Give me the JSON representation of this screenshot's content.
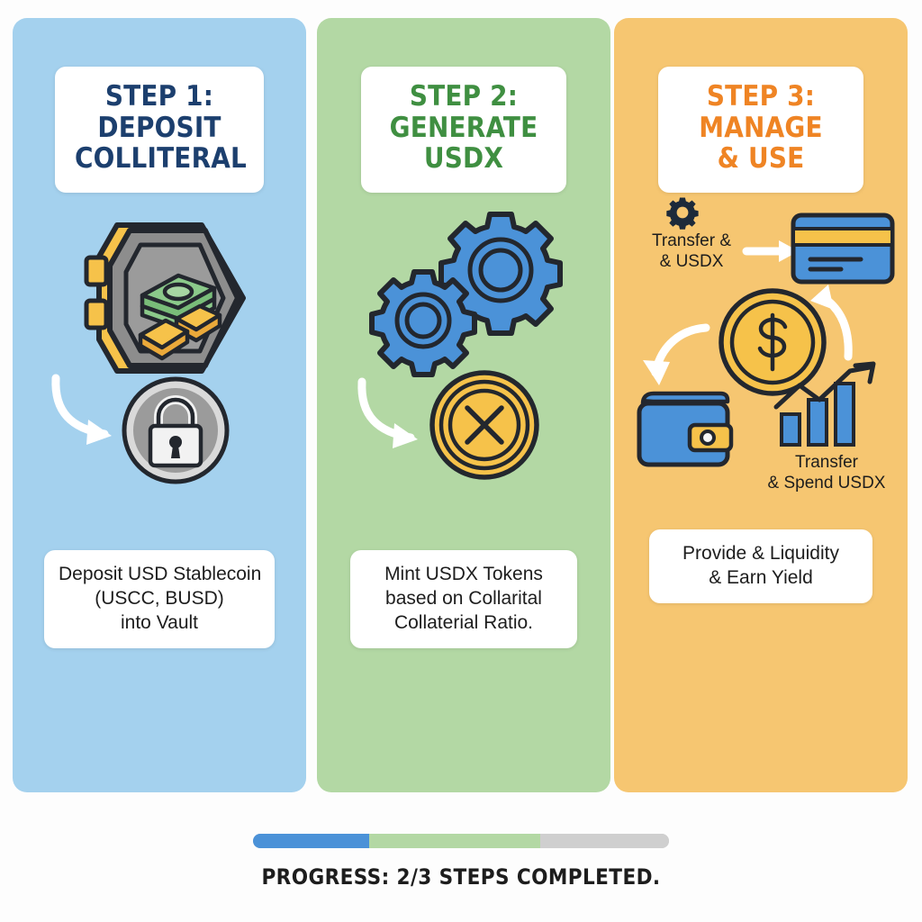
{
  "theme": {
    "panel1_bg": "#a4d1ee",
    "panel2_bg": "#b3d8a4",
    "panel3_bg": "#f6c671",
    "step1_title_color": "#1c3f6e",
    "step2_title_color": "#3f8f41",
    "step3_title_color": "#ef8424",
    "card_bg": "#ffffff",
    "page_bg": "#fdfdfd",
    "arrow_color": "#ffffff",
    "icon_outline": "#23272e",
    "icon_blue": "#4b92d8",
    "icon_gold": "#f6c24a",
    "icon_green": "#8bc98a",
    "icon_grey": "#9b9b9b"
  },
  "steps": [
    {
      "id": "step-1",
      "title_lines": [
        "STEP 1:",
        "DEPOSIT",
        "COLLITERAL"
      ],
      "caption_lines": [
        "Deposit USD Stablecoin",
        "(USCC, BUSD)",
        "into Vault"
      ],
      "icons": [
        "vault-with-cash-and-gold-icon",
        "padlock-badge-icon",
        "curved-arrow-icon"
      ]
    },
    {
      "id": "step-2",
      "title_lines": [
        "STEP 2:",
        "GENERATE",
        "USDX"
      ],
      "caption_lines": [
        "Mint USDX Tokens",
        "based on Collarital",
        "Collaterial Ratio."
      ],
      "icons": [
        "gears-icon",
        "usdx-coin-icon",
        "curved-arrow-icon"
      ]
    },
    {
      "id": "step-3",
      "title_lines": [
        "STEP 3:",
        "MANAGE",
        "& USE"
      ],
      "caption_lines": [
        "Provide & Liquidity",
        "& Earn Yield"
      ],
      "icons": [
        "gear-icon",
        "credit-card-icon",
        "dollar-coin-icon",
        "wallet-icon",
        "growth-chart-icon",
        "straight-arrow-icon",
        "curved-arrow-up-icon",
        "curved-arrow-down-icon"
      ],
      "mini_labels": [
        {
          "id": "transfer-usdx-label",
          "lines": [
            "Transfer &",
            "& USDX"
          ]
        },
        {
          "id": "transfer-spend-usdx-label",
          "lines": [
            "Transfer",
            "& Spend USDX"
          ]
        }
      ]
    }
  ],
  "progress": {
    "label": "PROGRESS: 2/3 STEPS COMPLETED.",
    "segments": [
      {
        "name": "step-1-complete",
        "color": "#4b92d8",
        "percent": 28
      },
      {
        "name": "step-2-complete",
        "color": "#b3d8a4",
        "percent": 41
      },
      {
        "name": "remaining",
        "color": "#cfcfcf",
        "percent": 31
      }
    ]
  },
  "chart_data": {
    "type": "bar",
    "title": "PROGRESS: 2/3 STEPS COMPLETED.",
    "categories": [
      "Step 1: Deposit Colliteral",
      "Step 2: Generate USDX",
      "Step 3: Manage & Use"
    ],
    "values": [
      28,
      41,
      31
    ],
    "unit": "percent of progress bar width",
    "xlabel": "",
    "ylabel": "",
    "ylim": [
      0,
      100
    ],
    "grid": false,
    "legend": "none"
  }
}
